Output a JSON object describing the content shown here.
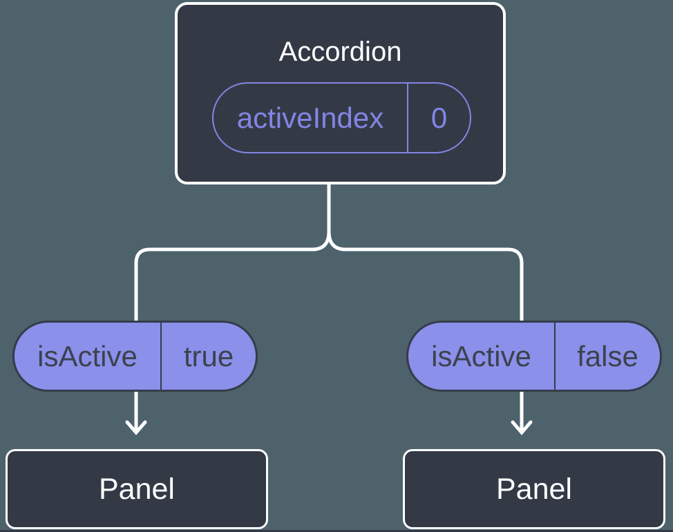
{
  "colors": {
    "background": "#4E626C",
    "node_fill": "#333A46",
    "node_border": "#FFFFFF",
    "node_text": "#FFFFFF",
    "connector": "#FFFFFF",
    "accent_purple": "#8286E5",
    "value_pill_fill": "#8B90EA",
    "value_pill_border": "#353C49",
    "value_pill_text": "#3C424E"
  },
  "root_node": {
    "title": "Accordion",
    "prop_pill": {
      "label": "activeIndex",
      "value": "0"
    }
  },
  "branches": [
    {
      "state_pill": {
        "label": "isActive",
        "value": "true"
      },
      "child_node": {
        "title": "Panel"
      }
    },
    {
      "state_pill": {
        "label": "isActive",
        "value": "false"
      },
      "child_node": {
        "title": "Panel"
      }
    }
  ]
}
